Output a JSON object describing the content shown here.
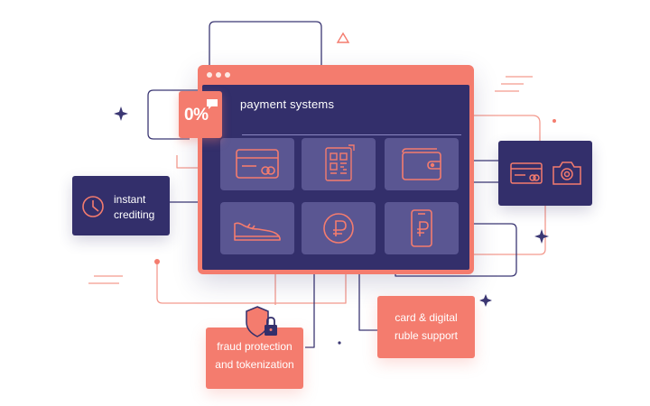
{
  "window": {
    "title": "payment systems",
    "badge": "0%",
    "tiles": [
      {
        "icon": "credit-card-icon"
      },
      {
        "icon": "qr-code-icon"
      },
      {
        "icon": "wallet-icon"
      },
      {
        "icon": "sneaker-icon"
      },
      {
        "icon": "ruble-coin-icon"
      },
      {
        "icon": "mobile-ruble-icon"
      }
    ]
  },
  "cards": {
    "instant": {
      "label": "instant\ncrediting",
      "icon": "clock-icon"
    },
    "payment_icons": {
      "icons": [
        "credit-card-icon",
        "camera-icon"
      ]
    },
    "fraud": {
      "label": "fraud protection\nand tokenization",
      "icon": "shield-lock-icon"
    },
    "card_support": {
      "label": "card & digital\nruble support"
    }
  },
  "colors": {
    "navy": "#332f6b",
    "coral": "#f47c6e",
    "tile": "#5a5692",
    "line_navy": "#3b3773",
    "line_coral": "#f39a8e"
  }
}
